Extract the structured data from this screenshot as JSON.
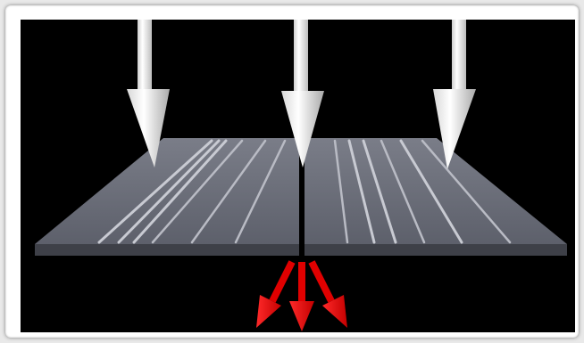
{
  "figure": {
    "background": "#000000",
    "frame_color": "#ffffff",
    "incident_arrows": {
      "count": 3,
      "color": "#ffffff",
      "direction": "down"
    },
    "plates": {
      "count": 2,
      "color": "#6c6f7a",
      "grooves_per_plate": 6
    },
    "output_arrows": {
      "count": 3,
      "color": "#ff0000",
      "direction": "down-spread"
    }
  }
}
